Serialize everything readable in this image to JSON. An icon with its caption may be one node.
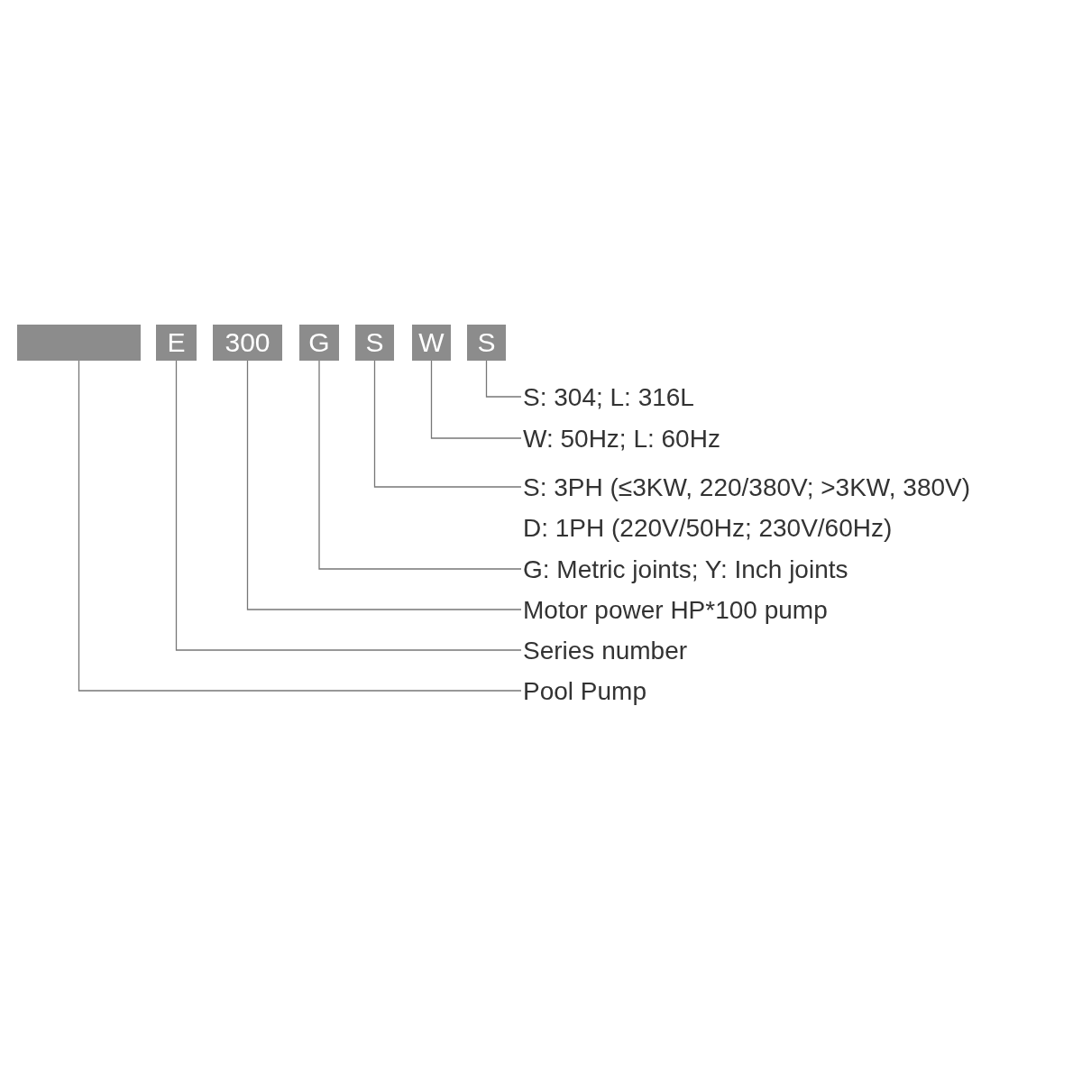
{
  "diagram": {
    "nodes": [
      {
        "text": [],
        "shape": "box"
      },
      {
        "text": [
          "E"
        ]
      },
      {
        "text": [
          "300"
        ]
      },
      {
        "text": [
          "G"
        ]
      },
      {
        "text": [
          "S"
        ]
      },
      {
        "text": [
          "W"
        ]
      },
      {
        "text": [
          "S"
        ]
      },
      {
        "text": [
          "S: 304; L: 316L"
        ]
      },
      {
        "text": [
          "W: 50Hz; L: 60Hz"
        ]
      },
      {
        "text": [
          "S: 3PH (≤3KW, 220/380V; >3KW, 380V)",
          "D: 1PH (220V/50Hz; 230V/60Hz)"
        ]
      },
      {
        "text": [
          "G: Metric joints; Y: Inch joints"
        ]
      },
      {
        "text": [
          "Motor power HP*100 pump"
        ]
      },
      {
        "text": [
          "Series number"
        ]
      },
      {
        "text": [
          "Pool Pump"
        ]
      }
    ],
    "edges": [
      {
        "from": 6,
        "to": 7,
        "arrow": "none"
      },
      {
        "from": 5,
        "to": 8,
        "arrow": "none"
      },
      {
        "from": 4,
        "to": 9,
        "arrow": "none"
      },
      {
        "from": 3,
        "to": 10,
        "arrow": "none"
      },
      {
        "from": 2,
        "to": 11,
        "arrow": "none"
      },
      {
        "from": 1,
        "to": 12,
        "arrow": "none"
      },
      {
        "from": 0,
        "to": 13,
        "arrow": "none"
      }
    ]
  }
}
